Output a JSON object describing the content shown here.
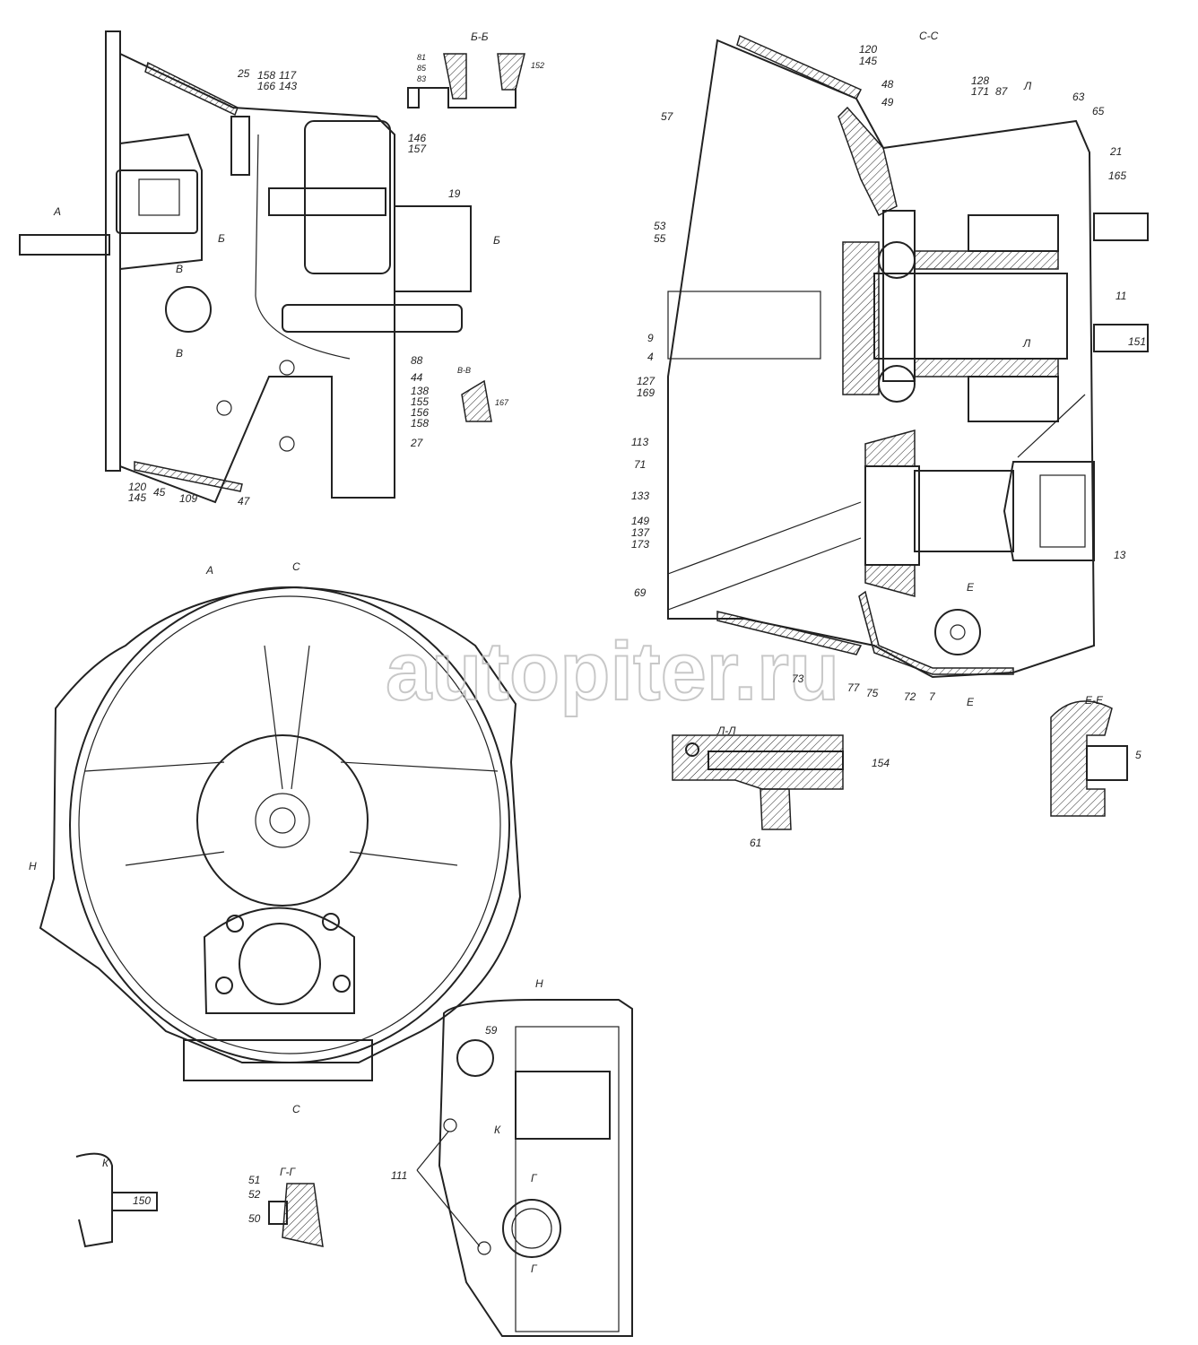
{
  "watermark": "autopiter.ru",
  "view_top_left": {
    "labels": [
      "25",
      "158",
      "166",
      "117",
      "143",
      "146",
      "157",
      "19",
      "А",
      "Б",
      "Б",
      "В",
      "В",
      "88",
      "44",
      "138",
      "155",
      "156",
      "158",
      "27",
      "120",
      "145",
      "45",
      "109",
      "47"
    ],
    "section_bb": {
      "title": "Б-Б",
      "labels": [
        "81",
        "85",
        "83",
        "152"
      ]
    },
    "section_vv": {
      "title": "В-В",
      "labels": [
        "167"
      ]
    }
  },
  "view_cc": {
    "title": "С-С",
    "labels": [
      "120",
      "145",
      "48",
      "49",
      "57",
      "128",
      "171",
      "87",
      "Л",
      "63",
      "65",
      "21",
      "165",
      "53",
      "55",
      "11",
      "9",
      "4",
      "151",
      "Л",
      "127",
      "169",
      "113",
      "71",
      "133",
      "149",
      "137",
      "173",
      "13",
      "69",
      "Е",
      "73",
      "77",
      "75",
      "72",
      "7",
      "Е"
    ]
  },
  "section_ll": {
    "title": "Л-Л",
    "labels": [
      "154",
      "61"
    ]
  },
  "section_ee": {
    "title": "Е-Е",
    "labels": [
      "5"
    ]
  },
  "view_a": {
    "title": "А",
    "labels": [
      "С",
      "Н",
      "С"
    ]
  },
  "view_k": {
    "title": "К",
    "labels": [
      "150"
    ]
  },
  "section_gg": {
    "title": "Г-Г",
    "labels": [
      "51",
      "52",
      "50"
    ]
  },
  "view_h": {
    "title": "Н",
    "labels": [
      "59",
      "К",
      "111",
      "Г",
      "Г"
    ]
  }
}
